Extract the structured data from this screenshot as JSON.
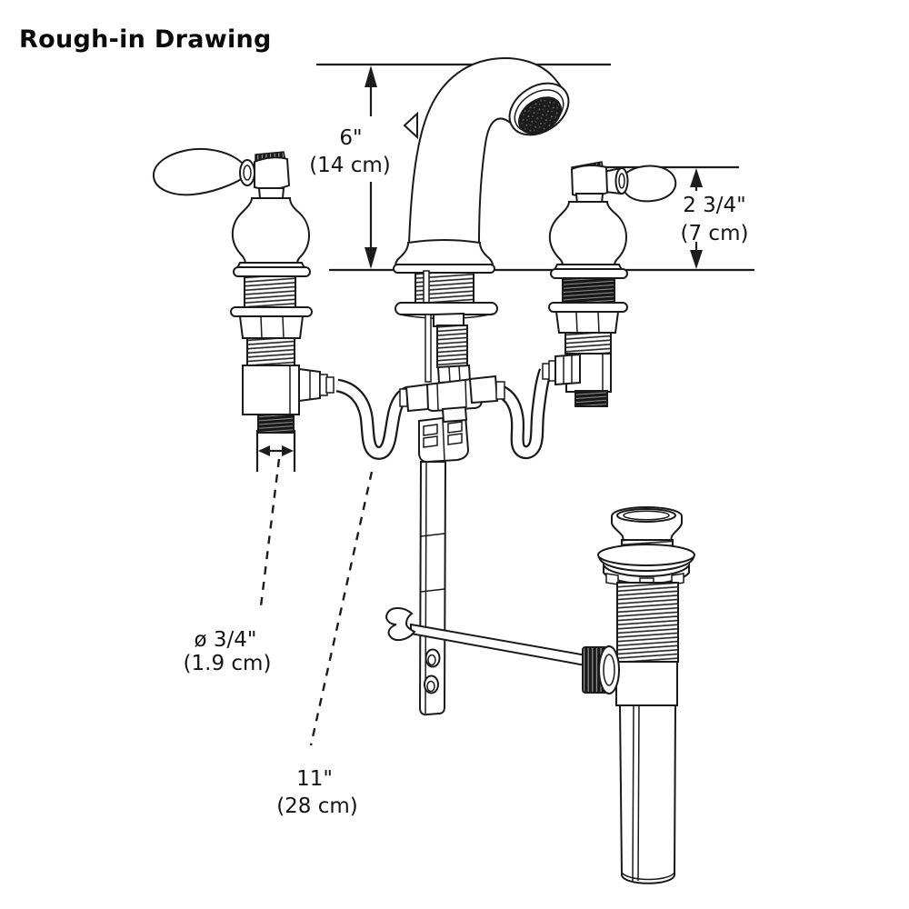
{
  "title": "Rough-in Drawing",
  "colors": {
    "line": "#1a1a1a",
    "background": "#ffffff"
  },
  "labels": {
    "spout_height": {
      "value": "6\"",
      "metric": "(14 cm)"
    },
    "handle_height": {
      "value": "2 3/4\"",
      "metric": "(7 cm)"
    },
    "shank_diameter": {
      "value": "ø 3/4\"",
      "metric": "(1.9 cm)"
    },
    "hose_length": {
      "value": "11\"",
      "metric": "(28 cm)"
    }
  }
}
